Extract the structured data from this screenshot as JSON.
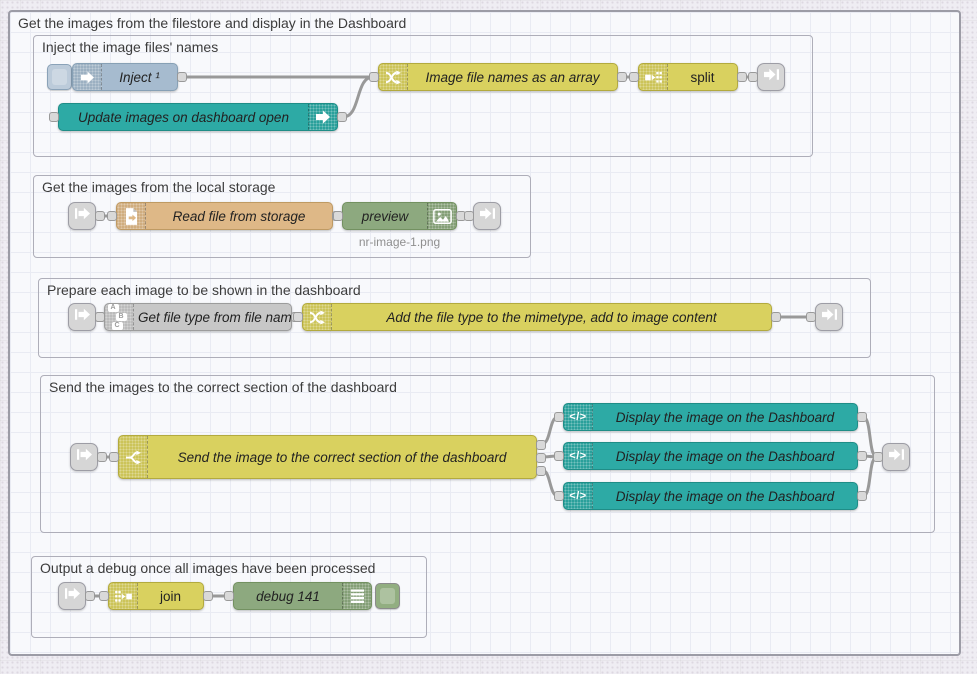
{
  "outer_group": {
    "label": "Get the images from the filestore and display in the Dashboard"
  },
  "groups": {
    "inject": {
      "label": "Inject the image files' names"
    },
    "storage": {
      "label": "Get the images from the local storage"
    },
    "prepare": {
      "label": "Prepare each image to be shown in the dashboard"
    },
    "send": {
      "label": "Send the images to the correct section of the dashboard"
    },
    "output": {
      "label": "Output a debug once all images have been processed"
    }
  },
  "nodes": {
    "inject": {
      "label": "Inject ¹"
    },
    "ui_control": {
      "label": "Update images on dashboard open"
    },
    "fn_array": {
      "label": "Image file names as an array"
    },
    "split": {
      "label": "split"
    },
    "read_file": {
      "label": "Read file from storage"
    },
    "preview": {
      "label": "preview",
      "status": "nr-image-1.png"
    },
    "get_filetype": {
      "label": "Get file type from file name"
    },
    "fn_mimetype": {
      "label": "Add the file type to the mimetype, add to image content"
    },
    "switch": {
      "label": "Send the image to the correct section of the dashboard"
    },
    "display_1": {
      "label": "Display the image on the Dashboard"
    },
    "display_2": {
      "label": "Display the image on the Dashboard"
    },
    "display_3": {
      "label": "Display the image on the Dashboard"
    },
    "join": {
      "label": "join"
    },
    "debug": {
      "label": "debug 141"
    }
  },
  "icons": {
    "code_glyph": "</>",
    "abc": [
      "A",
      "B",
      "C"
    ]
  },
  "colors": {
    "background": "#efedf3",
    "group_fill": "#f8f9fc",
    "wire": "#999999",
    "inject_blue": "#a6bbcf",
    "dashboard_teal": "#2daaa5",
    "function_yellow": "#d9d15f",
    "file_orange": "#deb887",
    "debug_green": "#8da97f",
    "gray_node": "#c7c7c7",
    "link_gray": "#d6d6d6"
  }
}
